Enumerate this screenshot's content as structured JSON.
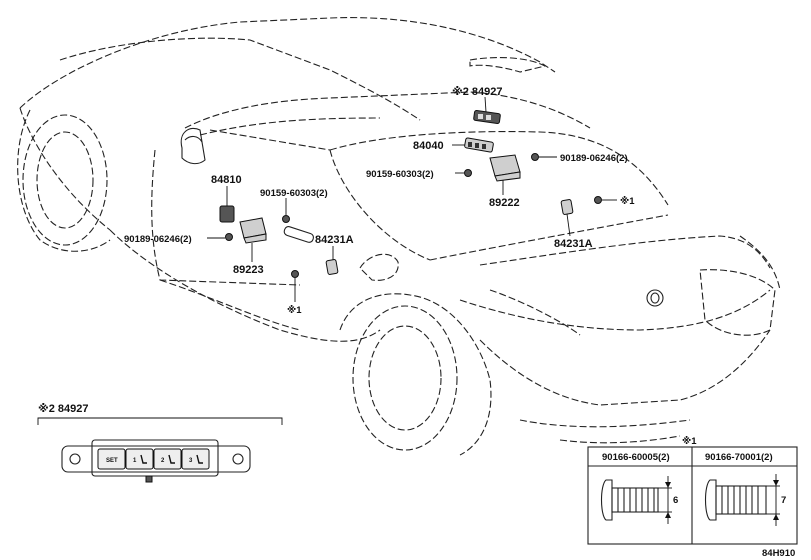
{
  "diagram_code": "84H910",
  "labels": {
    "p84927_top": "※2 84927",
    "p84040": "84040",
    "p90189_right": "90189-06246(2)",
    "p90159_right": "90159-60303(2)",
    "p89222": "89222",
    "note1_right": "※1",
    "p84231A_right": "84231A",
    "p84810": "84810",
    "p90159_left": "90159-60303(2)",
    "p90189_left": "90189-06246(2)",
    "p84231A_left": "84231A",
    "p89223": "89223",
    "note1_left": "※1"
  },
  "inset_switch": {
    "title": "※2 84927",
    "buttons": [
      "SET",
      "1",
      "2",
      "3"
    ]
  },
  "inset_bolts": {
    "note": "※1",
    "columns": [
      {
        "part": "90166-60005(2)",
        "dimension": "6"
      },
      {
        "part": "90166-70001(2)",
        "dimension": "7"
      }
    ]
  }
}
